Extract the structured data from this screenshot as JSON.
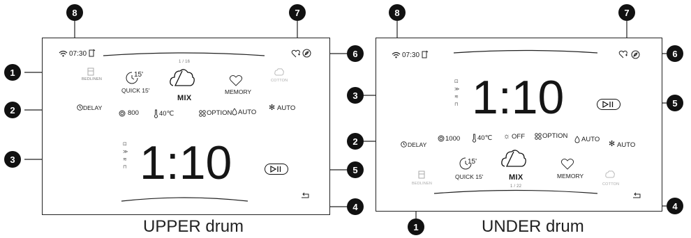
{
  "markers": {
    "m1": "1",
    "m2": "2",
    "m3": "3",
    "m4": "4",
    "m5": "5",
    "m6": "6",
    "m7": "7",
    "m8": "8"
  },
  "upper": {
    "caption": "UPPER drum",
    "status_time": "07:30",
    "page_indicator": "1 / 16",
    "programs": {
      "bedlinen": "BEDLINEN",
      "quick": "QUICK 15'",
      "quick_badge": "15'",
      "mix": "MIX",
      "memory": "MEMORY",
      "cotton": "COTTON"
    },
    "delay": "DELAY",
    "spin": "800",
    "temp": "40℃",
    "option": "OPTION",
    "detergent": "AUTO",
    "softener": "AUTO",
    "time": "1:10"
  },
  "under": {
    "caption": "UNDER drum",
    "status_time": "07:30",
    "page_indicator": "1 / 22",
    "programs": {
      "bedlinen": "BEDLINEN",
      "quick": "QUICK 15'",
      "quick_badge": "15'",
      "mix": "MIX",
      "memory": "MEMORY",
      "cotton": "COTTON"
    },
    "delay": "DELAY",
    "spin": "1000",
    "temp": "40℃",
    "dry": "OFF",
    "option": "OPTION",
    "detergent": "AUTO",
    "softener": "AUTO",
    "time": "1:10"
  },
  "icons": {
    "wifi": "wifi-icon",
    "phone": "remote-control-icon",
    "favorite": "favorite-add-icon",
    "eco": "eco-leaf-icon",
    "back": "back-arrow-icon",
    "play_pause": "play-pause-icon",
    "cloud": "mix-cloud-icon",
    "heart": "memory-heart-icon"
  }
}
